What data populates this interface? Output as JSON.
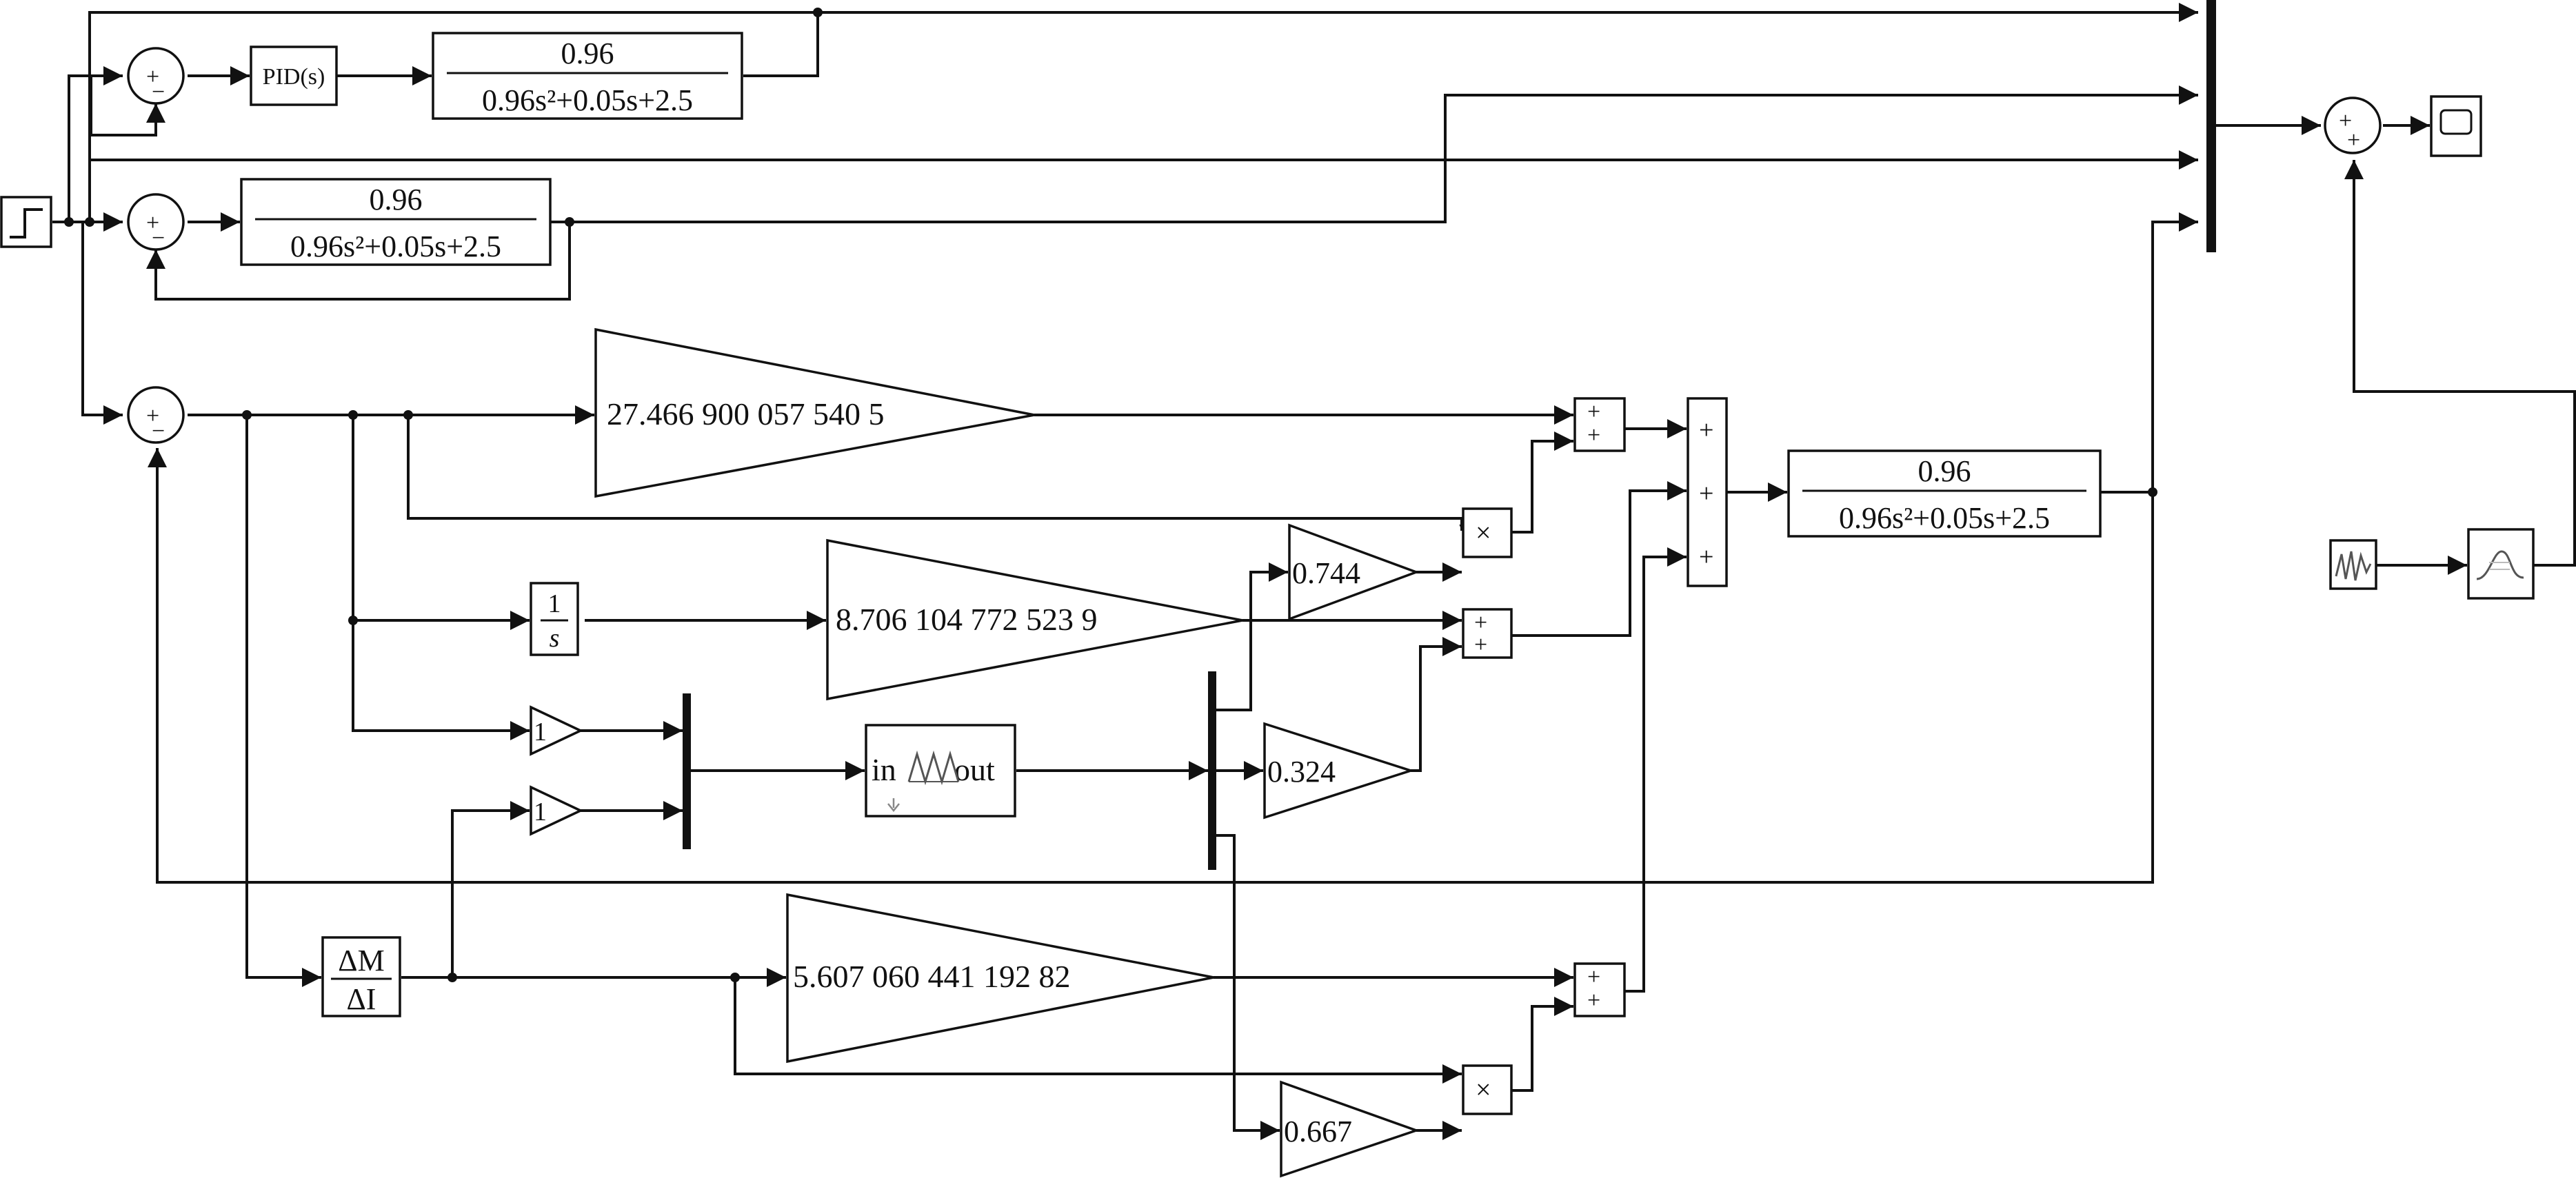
{
  "blocks": {
    "pid_label": "PID(s)",
    "tf_num": "0.96",
    "tf_den": "0.96s²+0.05s+2.5",
    "gain_kp": "27.466 900 057 540 5",
    "gain_ki": "8.706 104 772 523 9",
    "gain_kd": "5.607 060 441 192 82",
    "gain_a": "0.744",
    "gain_b": "0.324",
    "gain_c": "0.667",
    "gain_unit": "1",
    "integrator_num": "1",
    "integrator_den": "s",
    "deriv_num": "ΔM",
    "deriv_den": "ΔI",
    "fuzzy_in": "in",
    "fuzzy_out": "out"
  },
  "signs": {
    "plus": "+",
    "minus": "−",
    "times": "×"
  },
  "colors": {
    "line": "#111111",
    "background": "#ffffff"
  }
}
